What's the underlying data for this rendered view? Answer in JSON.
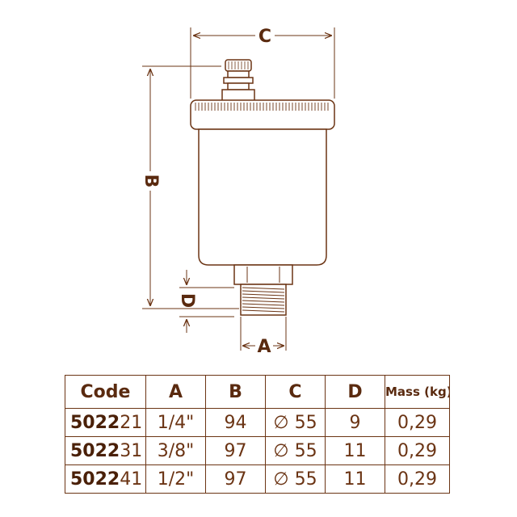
{
  "dimensions": {
    "a_label": "A",
    "b_label": "B",
    "c_label": "C",
    "d_label": "D"
  },
  "table": {
    "headers": [
      "Code",
      "A",
      "B",
      "C",
      "D",
      "Mass (kg)"
    ],
    "rows": [
      {
        "code_prefix": "5022",
        "code_suffix": "21",
        "a": "1/4\"",
        "b": "94",
        "c": "∅ 55",
        "d": "9",
        "mass": "0,29"
      },
      {
        "code_prefix": "5022",
        "code_suffix": "31",
        "a": "3/8\"",
        "b": "97",
        "c": "∅ 55",
        "d": "11",
        "mass": "0,29"
      },
      {
        "code_prefix": "5022",
        "code_suffix": "41",
        "a": "1/2\"",
        "b": "97",
        "c": "∅ 55",
        "d": "11",
        "mass": "0,29"
      }
    ]
  },
  "colors": {
    "line": "#6b3414",
    "text": "#5a2a0f",
    "body_fill": "#ffffff"
  }
}
